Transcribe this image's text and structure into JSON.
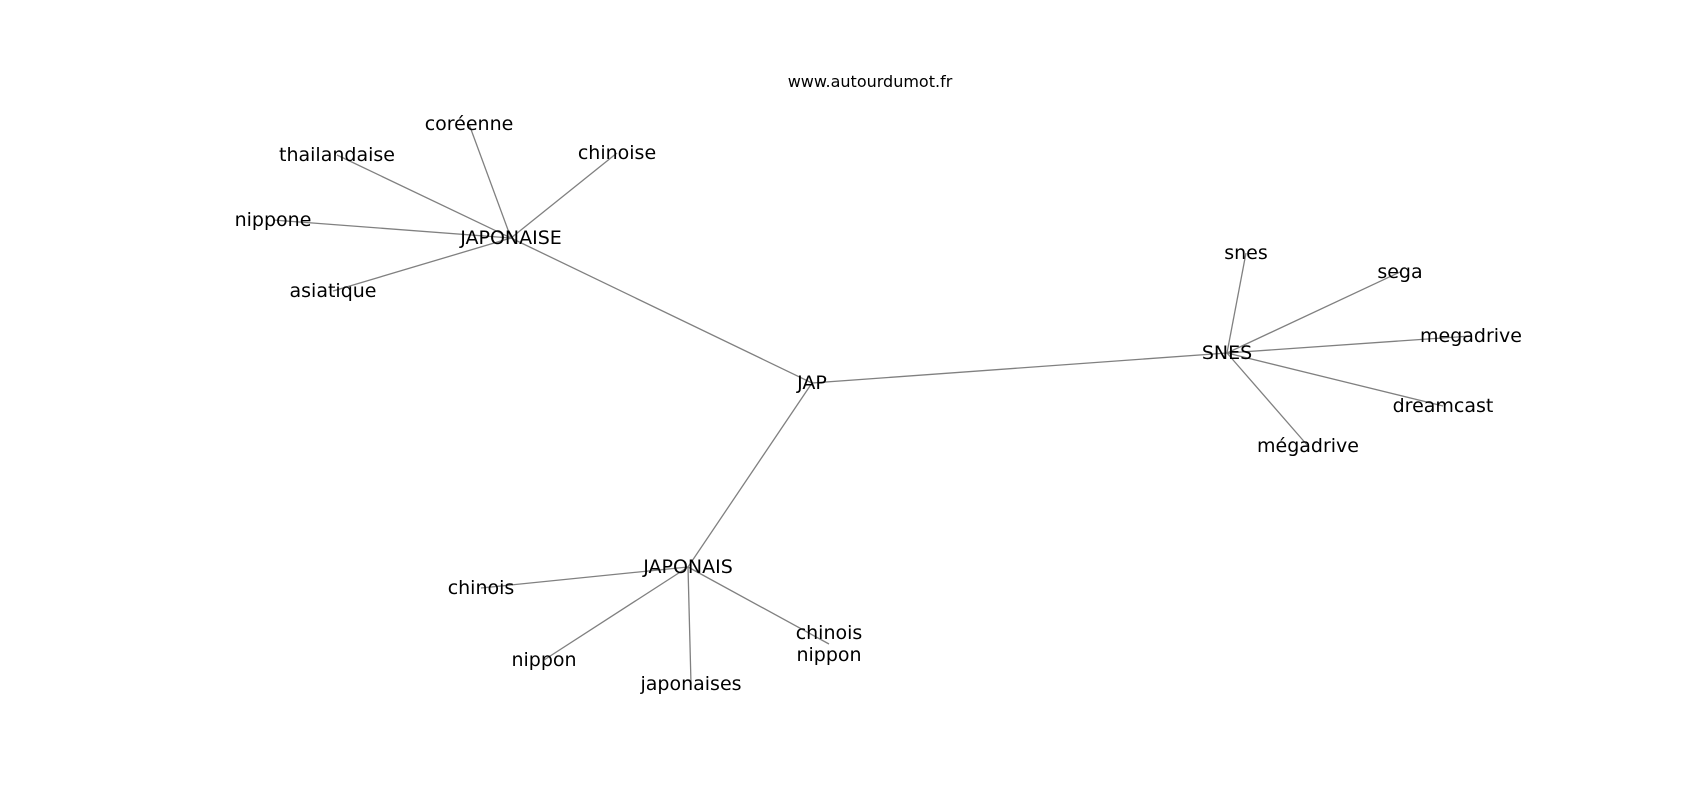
{
  "watermark": "www.autourdumot.fr",
  "colors": {
    "edge": "#808080",
    "text": "#000000",
    "background": "#ffffff"
  },
  "nodes": [
    {
      "id": "jap",
      "lines": [
        "JAP"
      ]
    },
    {
      "id": "japonaise",
      "lines": [
        "JAPONAISE"
      ]
    },
    {
      "id": "japonais",
      "lines": [
        "JAPONAIS"
      ]
    },
    {
      "id": "snes-hub",
      "lines": [
        "SNES"
      ]
    },
    {
      "id": "coreenne",
      "lines": [
        "coréenne"
      ]
    },
    {
      "id": "thailandaise",
      "lines": [
        "thailandaise"
      ]
    },
    {
      "id": "chinoise",
      "lines": [
        "chinoise"
      ]
    },
    {
      "id": "nippone",
      "lines": [
        "nippone"
      ]
    },
    {
      "id": "asiatique",
      "lines": [
        "asiatique"
      ]
    },
    {
      "id": "snes",
      "lines": [
        "snes"
      ]
    },
    {
      "id": "sega",
      "lines": [
        "sega"
      ]
    },
    {
      "id": "megadrive",
      "lines": [
        "megadrive"
      ]
    },
    {
      "id": "dreamcast",
      "lines": [
        "dreamcast"
      ]
    },
    {
      "id": "megadrive-accent",
      "lines": [
        "mégadrive"
      ]
    },
    {
      "id": "chinois",
      "lines": [
        "chinois"
      ]
    },
    {
      "id": "nippon",
      "lines": [
        "nippon"
      ]
    },
    {
      "id": "japonaises",
      "lines": [
        "japonaises"
      ]
    },
    {
      "id": "chinois-nippon",
      "lines": [
        "chinois",
        "nippon"
      ]
    }
  ],
  "edges": [
    [
      "jap",
      "japonaise"
    ],
    [
      "jap",
      "japonais"
    ],
    [
      "jap",
      "snes-hub"
    ],
    [
      "japonaise",
      "coreenne"
    ],
    [
      "japonaise",
      "thailandaise"
    ],
    [
      "japonaise",
      "chinoise"
    ],
    [
      "japonaise",
      "nippone"
    ],
    [
      "japonaise",
      "asiatique"
    ],
    [
      "snes-hub",
      "snes"
    ],
    [
      "snes-hub",
      "sega"
    ],
    [
      "snes-hub",
      "megadrive"
    ],
    [
      "snes-hub",
      "dreamcast"
    ],
    [
      "snes-hub",
      "megadrive-accent"
    ],
    [
      "japonais",
      "chinois"
    ],
    [
      "japonais",
      "nippon"
    ],
    [
      "japonais",
      "japonaises"
    ],
    [
      "japonais",
      "chinois-nippon"
    ]
  ]
}
